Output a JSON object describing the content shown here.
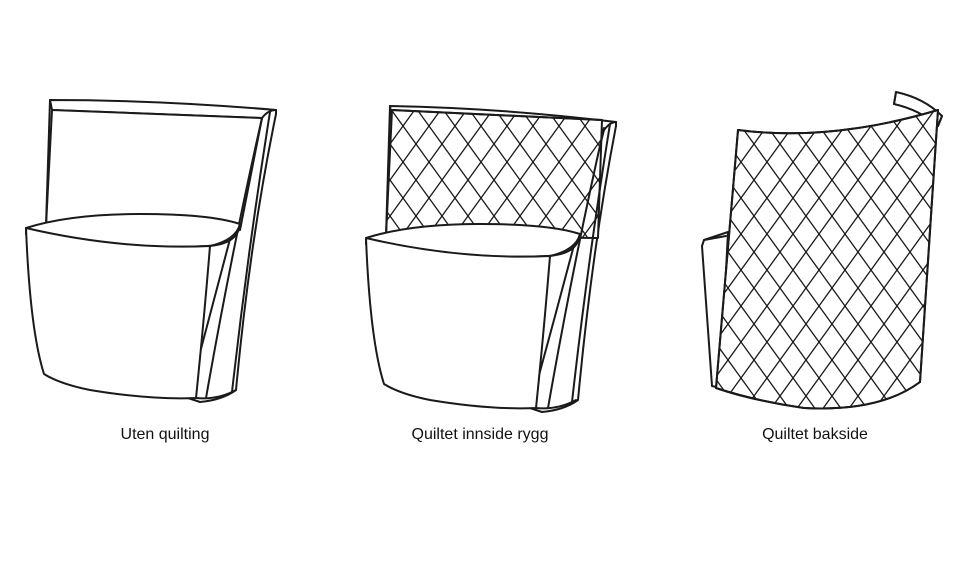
{
  "variants": [
    {
      "caption": "Uten quilting",
      "quilting": "none",
      "view": "front"
    },
    {
      "caption": "Quiltet innside rygg",
      "quilting": "inner-back",
      "view": "front"
    },
    {
      "caption": "Quiltet bakside",
      "quilting": "outer-back",
      "view": "rear"
    }
  ],
  "colors": {
    "line": "#1a1a1a",
    "background": "#ffffff"
  }
}
